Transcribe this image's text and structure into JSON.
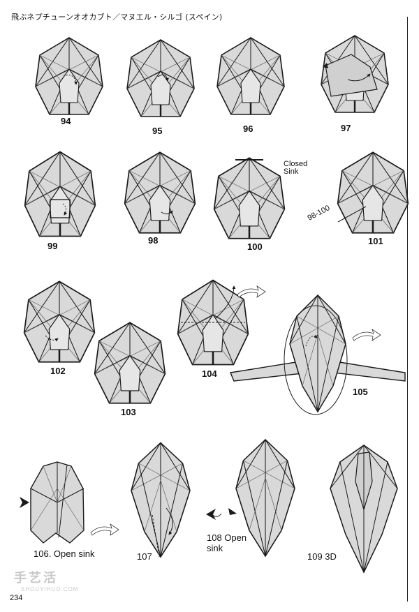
{
  "header": {
    "title": "飛ぶネプチューンオオカブト／マヌエル・シルゴ (スペイン)"
  },
  "steps": [
    {
      "label": "94"
    },
    {
      "label": "95"
    },
    {
      "label": "96"
    },
    {
      "label": "97"
    },
    {
      "label": "99"
    },
    {
      "label": "98"
    },
    {
      "label": "100"
    },
    {
      "label": "101"
    },
    {
      "label": "102"
    },
    {
      "label": "103"
    },
    {
      "label": "104"
    },
    {
      "label": "105"
    },
    {
      "label": "106. Open sink"
    },
    {
      "label": "107"
    },
    {
      "label": "108 Open\nsink"
    },
    {
      "label": "109 3D"
    }
  ],
  "notes": {
    "closed_sink": "Closed\nSink",
    "range": "98-100"
  },
  "page_number": "234",
  "watermark": {
    "text": "手艺活",
    "url": "SHOUYIHUO.COM"
  },
  "colors": {
    "paper": "#d9d9d9",
    "line": "#1a1a1a",
    "background": "#ffffff"
  }
}
